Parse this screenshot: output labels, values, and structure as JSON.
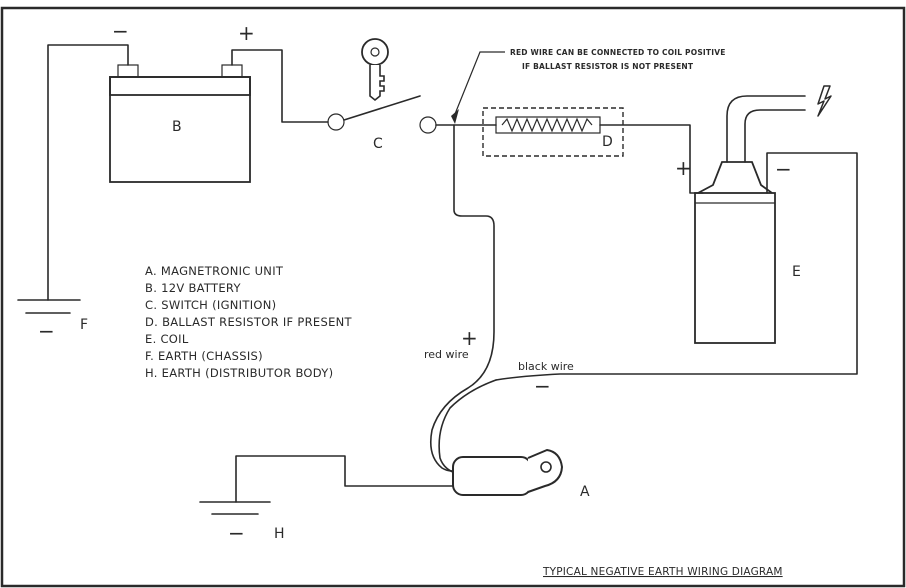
{
  "note": {
    "line1": "RED WIRE CAN BE CONNECTED TO COIL POSITIVE",
    "line2": "IF BALLAST RESISTOR IS NOT PRESENT"
  },
  "components": {
    "battery": "B",
    "switch": "C",
    "resistor": "D",
    "coil": "E",
    "chassis_earth": "F",
    "unit": "A",
    "distributor_earth": "H"
  },
  "signs": {
    "battery_neg": "−",
    "battery_pos": "+",
    "coil_pos": "+",
    "coil_neg": "−",
    "red_pos": "+",
    "black_neg": "−",
    "earth_f": "−",
    "earth_h": "−"
  },
  "wires": {
    "red": "red wire",
    "black": "black wire"
  },
  "legend": [
    "A. MAGNETRONIC UNIT",
    "B. 12V BATTERY",
    "C. SWITCH (IGNITION)",
    "D. BALLAST RESISTOR IF PRESENT",
    "E. COIL",
    "F. EARTH (CHASSIS)",
    "H. EARTH (DISTRIBUTOR BODY)"
  ],
  "caption": "TYPICAL NEGATIVE EARTH WIRING DIAGRAM",
  "icons": {
    "key": "key-icon",
    "spark": "lightning-icon"
  }
}
